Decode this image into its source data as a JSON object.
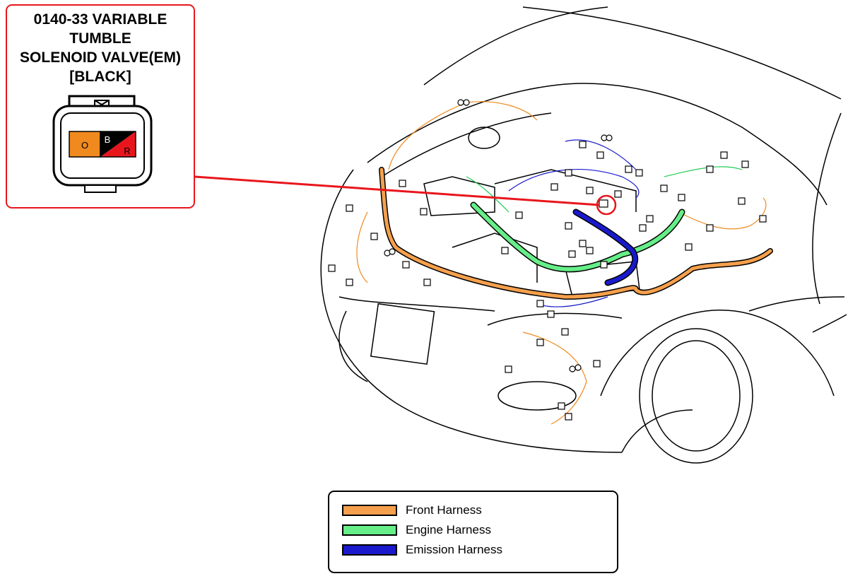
{
  "callout": {
    "title_lines": [
      "0140-33 VARIABLE",
      "TUMBLE",
      "SOLENOID VALVE(EM)",
      "[BLACK]"
    ],
    "pins": [
      {
        "label": "O",
        "color": "#f08a1e"
      },
      {
        "label": "B",
        "color": "#000000"
      },
      {
        "label": "R",
        "color": "#e8161c"
      }
    ],
    "border_color": "#e8161c"
  },
  "legend": {
    "items": [
      {
        "label": "Front Harness",
        "color": "#f6a04d"
      },
      {
        "label": "Engine Harness",
        "color": "#66ee88"
      },
      {
        "label": "Emission Harness",
        "color": "#1a1acc"
      }
    ]
  }
}
